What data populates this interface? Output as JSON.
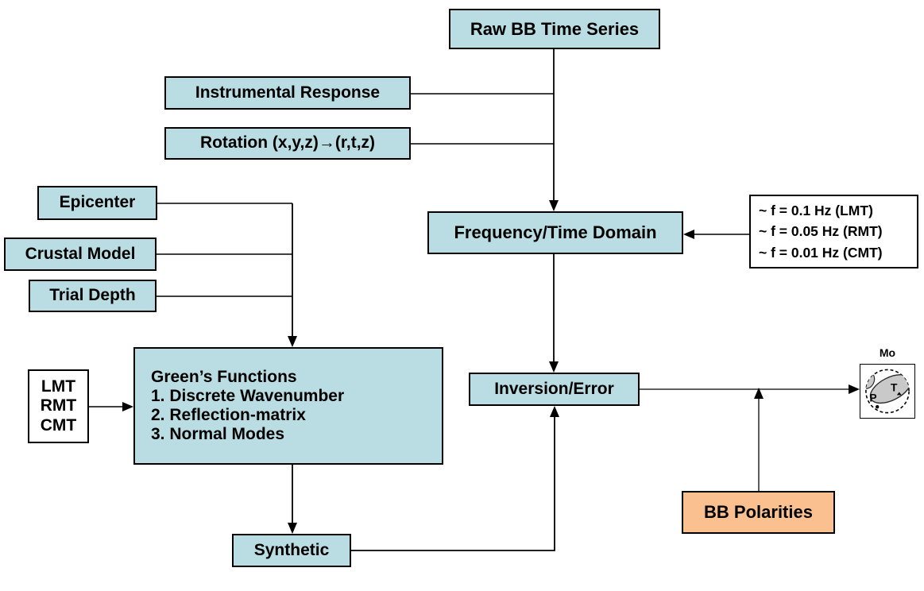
{
  "diagram": {
    "boxes": {
      "raw_bb": {
        "label": "Raw BB Time Series"
      },
      "instrumental_response": {
        "label": "Instrumental Response"
      },
      "rotation": {
        "label": "Rotation (x,y,z)→(r,t,z)"
      },
      "epicenter": {
        "label": "Epicenter"
      },
      "crustal_model": {
        "label": "Crustal Model"
      },
      "trial_depth": {
        "label": "Trial Depth"
      },
      "greens_functions": {
        "title": "Green’s Functions",
        "items": [
          "1. Discrete Wavenumber",
          "2. Reflection-matrix",
          "3. Normal Modes"
        ]
      },
      "mt_types": {
        "lines": [
          "LMT",
          "RMT",
          "CMT"
        ]
      },
      "freq_time_domain": {
        "label": "Frequency/Time Domain"
      },
      "freq_list": {
        "lines": [
          "~ f = 0.1  Hz  (LMT)",
          "~ f = 0.05 Hz (RMT)",
          "~ f = 0.01 Hz (CMT)"
        ]
      },
      "inversion_error": {
        "label": "Inversion/Error"
      },
      "synthetic": {
        "label": "Synthetic"
      },
      "bb_polarities": {
        "label": "BB Polarities"
      },
      "moment_tensor": {
        "label": "Mo",
        "t_axis": "T",
        "p_axis": "P"
      }
    },
    "colors": {
      "process_fill": "#b9dde2",
      "polarity_fill": "#fac090",
      "white_fill": "#ffffff",
      "line": "#000000",
      "beachball_gray": "#c9c9c9"
    }
  }
}
